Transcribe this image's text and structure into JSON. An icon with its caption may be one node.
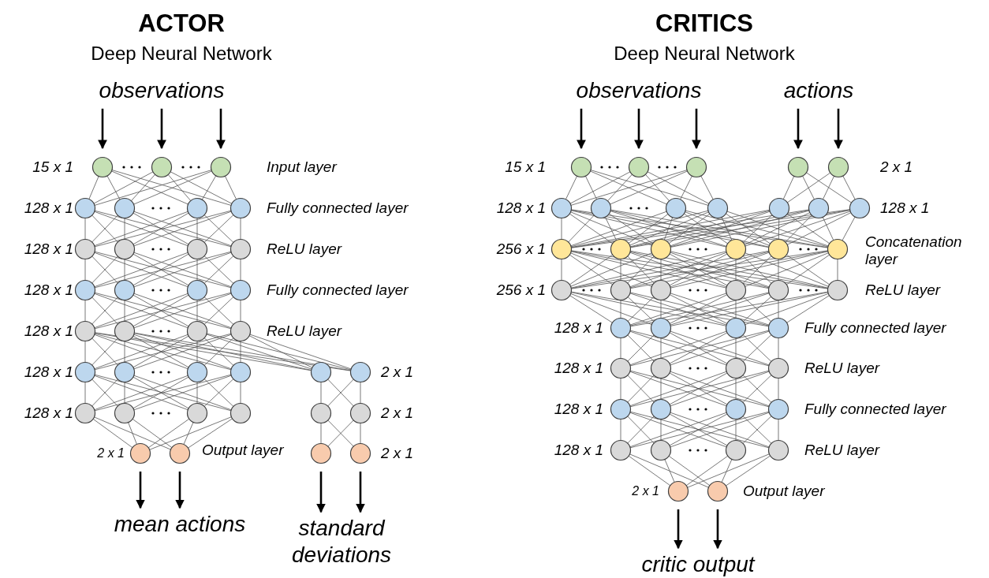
{
  "diagram": {
    "nodes": [
      {
        "text": [
          "observations"
        ]
      },
      {
        "text": [
          "mean actions"
        ]
      },
      {
        "text": [
          "standard deviations"
        ]
      },
      {
        "text": [
          "observations"
        ]
      },
      {
        "text": [
          "actions"
        ]
      },
      {
        "text": [
          "critic output"
        ]
      }
    ],
    "edges": [
      {
        "from": 0,
        "to": null,
        "arrow": "to"
      },
      {
        "from": 0,
        "to": null,
        "arrow": "to"
      },
      {
        "from": 0,
        "to": null,
        "arrow": "to"
      },
      {
        "from": null,
        "to": 1,
        "arrow": "to"
      },
      {
        "from": null,
        "to": 1,
        "arrow": "to"
      },
      {
        "from": null,
        "to": 2,
        "arrow": "to"
      },
      {
        "from": null,
        "to": 2,
        "arrow": "to"
      },
      {
        "from": 3,
        "to": null,
        "arrow": "to"
      },
      {
        "from": 3,
        "to": null,
        "arrow": "to"
      },
      {
        "from": 3,
        "to": null,
        "arrow": "to"
      },
      {
        "from": 4,
        "to": null,
        "arrow": "to"
      },
      {
        "from": 4,
        "to": null,
        "arrow": "to"
      },
      {
        "from": null,
        "to": 5,
        "arrow": "to"
      },
      {
        "from": null,
        "to": 5,
        "arrow": "to"
      }
    ],
    "labels": [
      "ACTOR",
      "Deep Neural Network",
      "CRITICS",
      "Deep Neural Network",
      "15 x 1",
      "Input layer",
      "128 x 1",
      "Fully connected layer",
      "128 x 1",
      "ReLU layer",
      "128 x 1",
      "Fully connected layer",
      "128 x 1",
      "ReLU layer",
      "128 x 1",
      "2 x 1",
      "128 x 1",
      "2 x 1",
      "2 x 1",
      "Output layer",
      "2 x 1",
      "15 x 1",
      "2 x 1",
      "128 x 1",
      "128 x 1",
      "256 x 1",
      "Concatenation layer",
      "256 x 1",
      "ReLU layer",
      "128 x 1",
      "Fully connected layer",
      "128 x 1",
      "ReLU layer",
      "128 x 1",
      "Fully connected layer",
      "128 x 1",
      "ReLU layer",
      "2 x 1",
      "Output layer"
    ]
  }
}
